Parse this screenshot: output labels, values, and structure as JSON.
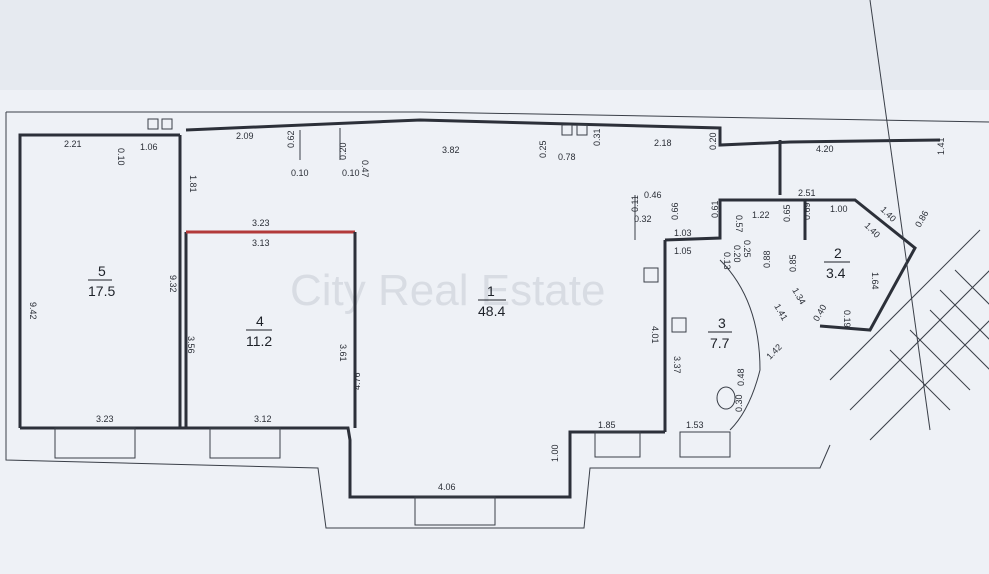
{
  "watermark": "City Real Estate",
  "rooms": [
    {
      "id": "1",
      "area": "48.4"
    },
    {
      "id": "2",
      "area": "3.4"
    },
    {
      "id": "3",
      "area": "7.7"
    },
    {
      "id": "4",
      "area": "11.2"
    },
    {
      "id": "5",
      "area": "17.5"
    }
  ],
  "dimensions": [
    "2.21",
    "0.10",
    "1.06",
    "2.09",
    "0.62",
    "0.10",
    "0.20",
    "0.10",
    "0.47",
    "3.82",
    "0.25",
    "0.78",
    "0.31",
    "2.18",
    "0.20",
    "4.20",
    "1.41",
    "1.81",
    "3.23",
    "3.13",
    "9.32",
    "9.42",
    "3.56",
    "3.61",
    "4.76",
    "3.23",
    "3.12",
    "0.46",
    "0.11",
    "0.32",
    "0.66",
    "0.61",
    "0.57",
    "1.22",
    "0.65",
    "1.03",
    "1.05",
    "0.13",
    "0.20",
    "0.25",
    "0.88",
    "0.85",
    "0.69",
    "2.51",
    "1.00",
    "1.40",
    "1.40",
    "0.86",
    "1.64",
    "1.34",
    "0.40",
    "0.19",
    "1.41",
    "1.42",
    "4.01",
    "3.37",
    "0.48",
    "0.30",
    "1.85",
    "1.53",
    "1.00",
    "4.06"
  ]
}
